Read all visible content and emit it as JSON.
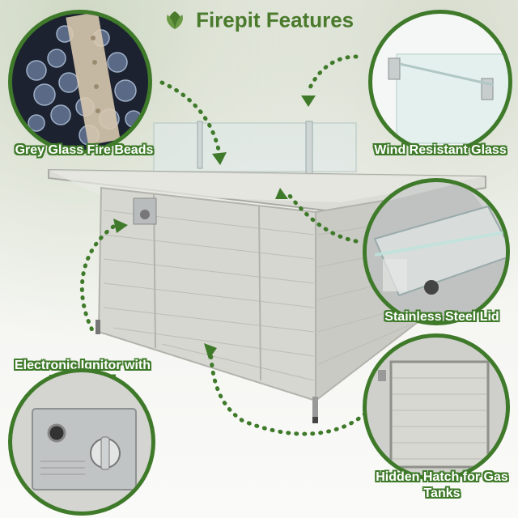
{
  "title": "Firepit Features",
  "colors": {
    "brand_green": "#3f7a2a",
    "title_green": "#4a7a2c"
  },
  "features": [
    {
      "label": "Grey Glass Fire Beads"
    },
    {
      "label": "Wind Resistant Glass"
    },
    {
      "label": "Stainless Steel Lid"
    },
    {
      "label": "Electronic Ignitor with Flame Dial"
    },
    {
      "label": "Hidden Hatch for Gas Tanks"
    }
  ]
}
